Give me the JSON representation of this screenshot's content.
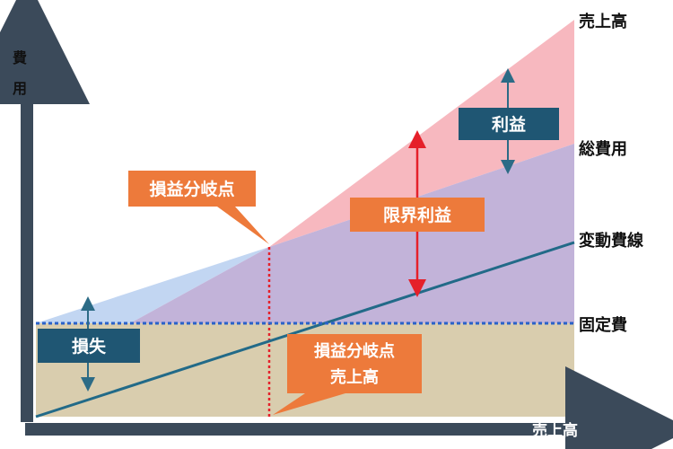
{
  "axes": {
    "y_label_chars": [
      "費",
      "用"
    ],
    "x_label": "売上高"
  },
  "lines": {
    "sales": "売上高",
    "total_cost": "総費用",
    "variable_cost": "変動費線",
    "fixed_cost": "固定費"
  },
  "callouts": {
    "profit": "利益",
    "marginal_profit": "限界利益",
    "break_even": "損益分岐点",
    "loss": "損失",
    "break_even_sales_line1": "損益分岐点",
    "break_even_sales_line2": "売上高"
  },
  "colors": {
    "axis": "#3b4a5a",
    "profit_fill": "#f7b8bf",
    "variable_cost_fill": "#c2b3d9",
    "fixed_cost_fill": "#d9cdae",
    "loss_fill_blue": "#c2d6f2",
    "loss_fill_green": "#c9eccb",
    "variable_line": "#226a88",
    "fixed_line": "#2a62c9",
    "arrow_teal": "#2c6b86",
    "arrow_red": "#e5202a",
    "break_even_dotted": "#e5202a",
    "box_teal": "#1f5673",
    "box_orange": "#ed7a3b",
    "label_text": "#111111"
  }
}
